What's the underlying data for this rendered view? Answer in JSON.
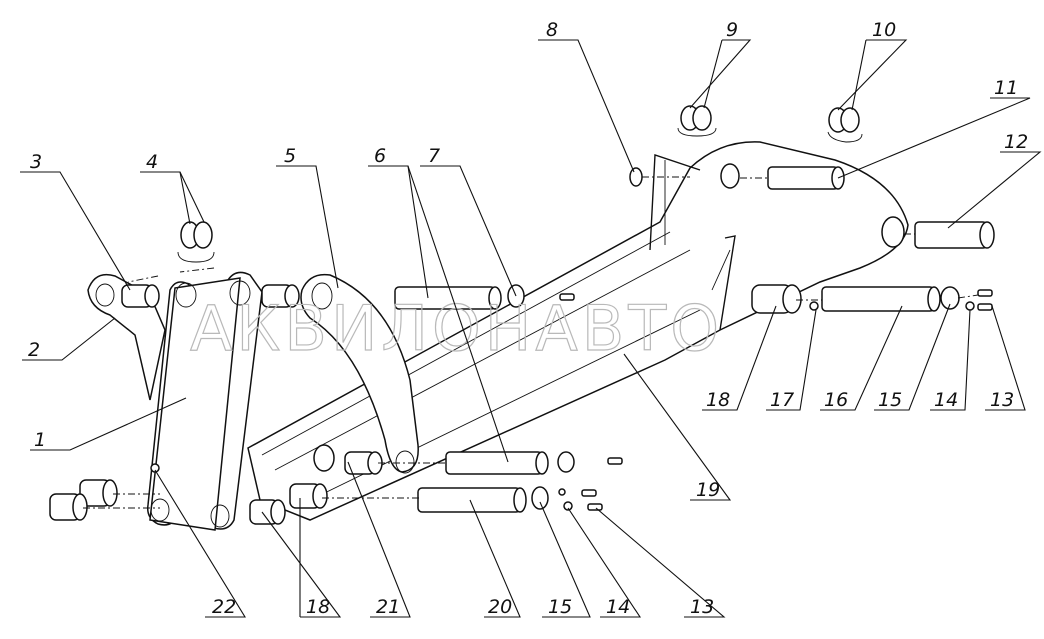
{
  "diagram": {
    "watermark": "АКВИЛОНАВТО",
    "callouts": [
      {
        "id": "c1",
        "label": "1"
      },
      {
        "id": "c2",
        "label": "2"
      },
      {
        "id": "c3",
        "label": "3"
      },
      {
        "id": "c4",
        "label": "4"
      },
      {
        "id": "c5",
        "label": "5"
      },
      {
        "id": "c6",
        "label": "6"
      },
      {
        "id": "c7",
        "label": "7"
      },
      {
        "id": "c8",
        "label": "8"
      },
      {
        "id": "c9",
        "label": "9"
      },
      {
        "id": "c10",
        "label": "10"
      },
      {
        "id": "c11",
        "label": "11"
      },
      {
        "id": "c12",
        "label": "12"
      },
      {
        "id": "c13a",
        "label": "13"
      },
      {
        "id": "c14a",
        "label": "14"
      },
      {
        "id": "c15a",
        "label": "15"
      },
      {
        "id": "c16",
        "label": "16"
      },
      {
        "id": "c17",
        "label": "17"
      },
      {
        "id": "c18a",
        "label": "18"
      },
      {
        "id": "c19",
        "label": "19"
      },
      {
        "id": "c22",
        "label": "22"
      },
      {
        "id": "c18b",
        "label": "18"
      },
      {
        "id": "c21",
        "label": "21"
      },
      {
        "id": "c20",
        "label": "20"
      },
      {
        "id": "c15b",
        "label": "15"
      },
      {
        "id": "c14b",
        "label": "14"
      },
      {
        "id": "c13b",
        "label": "13"
      }
    ]
  }
}
